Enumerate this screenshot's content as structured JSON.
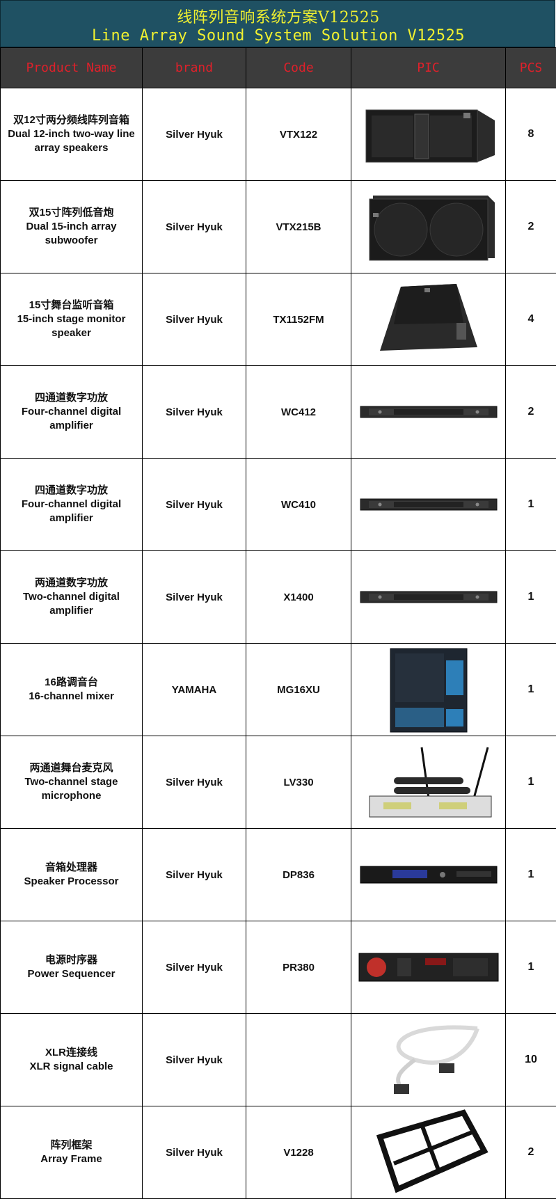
{
  "title": {
    "cn": "线阵列音响系统方案V12525",
    "en": "Line Array Sound System Solution V12525"
  },
  "headers": [
    "Product Name",
    "brand",
    "Code",
    "PIC",
    "PCS"
  ],
  "rows": [
    {
      "name_cn": "双12寸两分频线阵列音箱",
      "name_en": "Dual 12-inch two-way line array speakers",
      "brand": "Silver Hyuk",
      "code": "VTX122",
      "pcs": "8",
      "pic_icon": "line-array-speaker-icon"
    },
    {
      "name_cn": "双15寸阵列低音炮",
      "name_en": "Dual 15-inch array subwoofer",
      "brand": "Silver Hyuk",
      "code": "VTX215B",
      "pcs": "2",
      "pic_icon": "subwoofer-icon"
    },
    {
      "name_cn": "15寸舞台监听音箱",
      "name_en": "15-inch stage monitor speaker",
      "brand": "Silver Hyuk",
      "code": "TX1152FM",
      "pcs": "4",
      "pic_icon": "stage-monitor-icon"
    },
    {
      "name_cn": "四通道数字功放",
      "name_en": "Four-channel digital amplifier",
      "brand": "Silver Hyuk",
      "code": "WC412",
      "pcs": "2",
      "pic_icon": "amplifier-icon"
    },
    {
      "name_cn": "四通道数字功放",
      "name_en": "Four-channel digital amplifier",
      "brand": "Silver Hyuk",
      "code": "WC410",
      "pcs": "1",
      "pic_icon": "amplifier-icon"
    },
    {
      "name_cn": "两通道数字功放",
      "name_en": "Two-channel digital amplifier",
      "brand": "Silver Hyuk",
      "code": "X1400",
      "pcs": "1",
      "pic_icon": "amplifier-icon"
    },
    {
      "name_cn": "16路调音台",
      "name_en": "16-channel mixer",
      "brand": "YAMAHA",
      "code": "MG16XU",
      "pcs": "1",
      "pic_icon": "mixer-icon"
    },
    {
      "name_cn": "两通道舞台麦克风",
      "name_en": "Two-channel stage microphone",
      "brand": "Silver Hyuk",
      "code": "LV330",
      "pcs": "1",
      "pic_icon": "wireless-microphone-icon"
    },
    {
      "name_cn": "音箱处理器",
      "name_en": "Speaker Processor",
      "brand": "Silver Hyuk",
      "code": "DP836",
      "pcs": "1",
      "pic_icon": "speaker-processor-icon"
    },
    {
      "name_cn": "电源时序器",
      "name_en": "Power Sequencer",
      "brand": "Silver Hyuk",
      "code": "PR380",
      "pcs": "1",
      "pic_icon": "power-sequencer-icon"
    },
    {
      "name_cn": "XLR连接线",
      "name_en": "XLR signal cable",
      "brand": "Silver Hyuk",
      "code": "",
      "pcs": "10",
      "pic_icon": "xlr-cable-icon"
    },
    {
      "name_cn": "阵列框架",
      "name_en": "Array Frame",
      "brand": "Silver Hyuk",
      "code": "V1228",
      "pcs": "2",
      "pic_icon": "array-frame-icon"
    }
  ],
  "colors": {
    "title_bg": "#1f5163",
    "title_text": "#f0f030",
    "header_bg": "#3c3c3c",
    "header_text": "#e0202a"
  }
}
